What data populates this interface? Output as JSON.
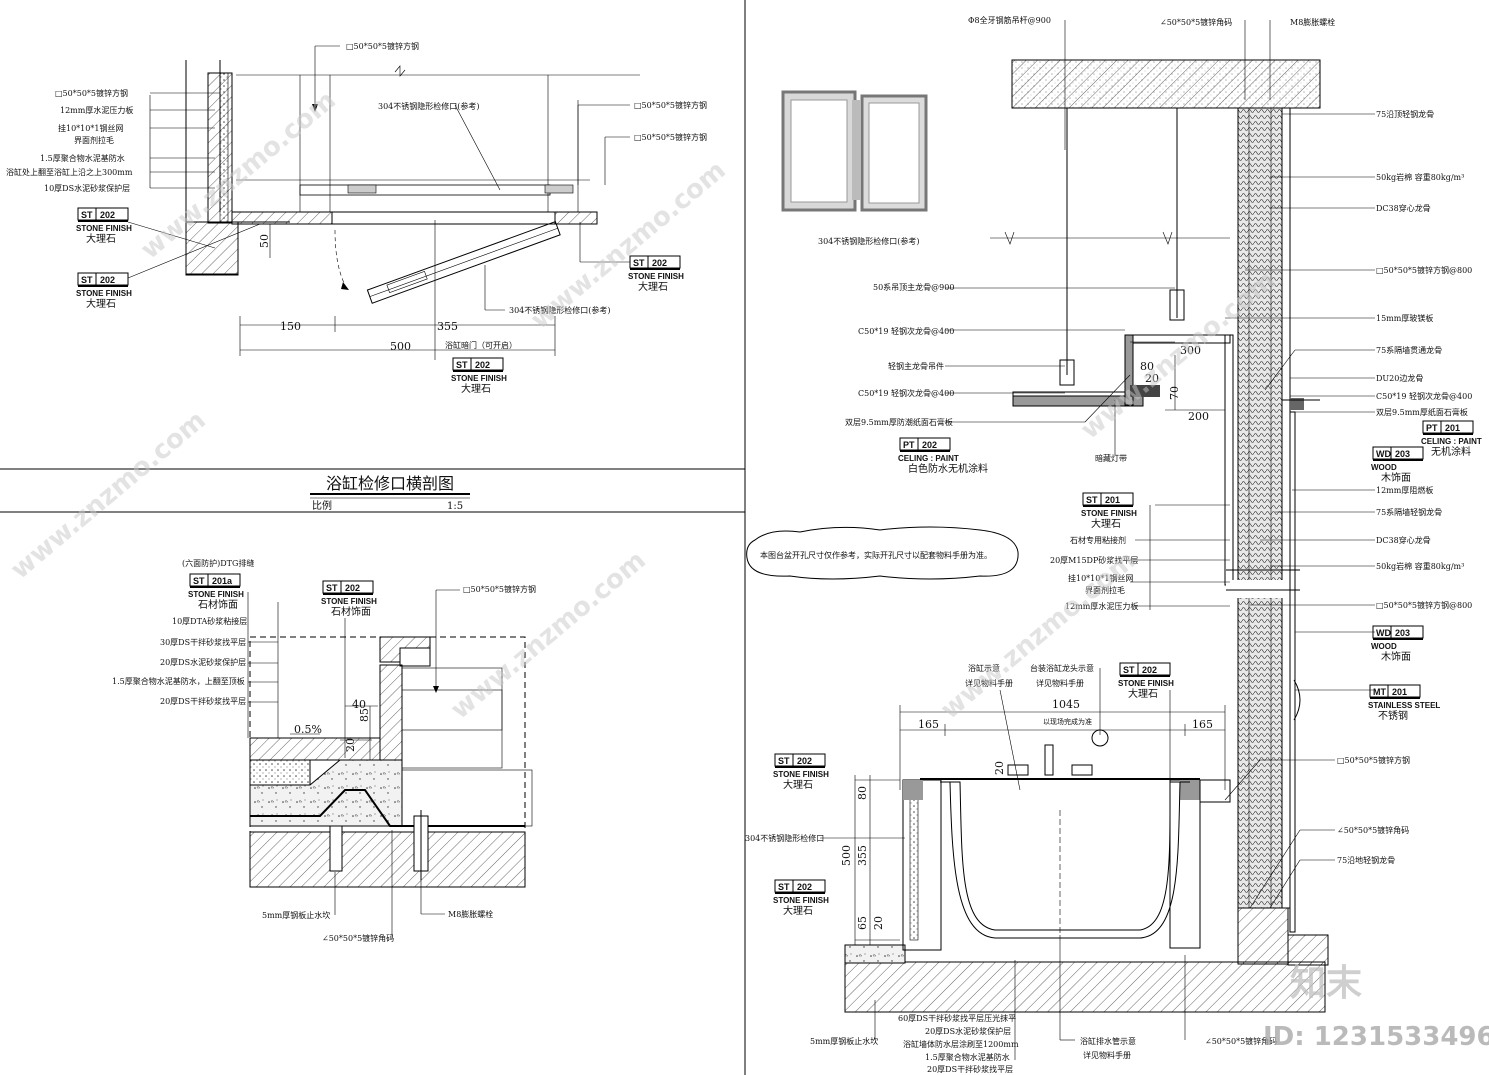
{
  "top_left": {
    "annotations_left": [
      "□50*50*5镀锌方钢",
      "12mm厚水泥压力板",
      "挂10*10*1钢丝网",
      "界面剂拉毛",
      "1.5厚聚合物水泥基防水",
      "浴缸处上翻至浴缸上沿之上300mm",
      "10厚DS水泥砂浆保护层"
    ],
    "top_label": "□50*50*5镀锌方钢",
    "access_label_top": "304不锈钢隐形检修口(参考)",
    "right_labels": [
      "□50*50*5镀锌方钢",
      "□50*50*5镀锌方钢"
    ],
    "access_label_bottom": "304不锈钢隐形检修口(参考)",
    "dims": [
      "150",
      "355",
      "500",
      "50"
    ],
    "door_note": "浴缸暗门（可开启）",
    "tags": [
      {
        "code": "ST",
        "num": "202",
        "finish": "STONE FINISH",
        "mat": "大理石"
      },
      {
        "code": "ST",
        "num": "202",
        "finish": "STONE FINISH",
        "mat": "大理石"
      },
      {
        "code": "ST",
        "num": "202",
        "finish": "STONE FINISH",
        "mat": "大理石"
      },
      {
        "code": "ST",
        "num": "202",
        "finish": "STONE FINISH",
        "mat": "大理石"
      }
    ]
  },
  "title_block": {
    "title": "浴缸检修口横剖图",
    "scale_label": "比例",
    "scale": "1:5"
  },
  "bottom_left": {
    "labels": [
      "(六面防护)DTG排缝",
      "10厚DTA砂浆粘接层",
      "30厚DS干拌砂浆找平层",
      "20厚DS水泥砂浆保护层",
      "1.5厚聚合物水泥基防水，上翻至顶板",
      "20厚DS干拌砂浆找平层"
    ],
    "tag1": {
      "code": "ST",
      "num": "201a",
      "finish": "STONE FINISH",
      "mat": "石材饰面"
    },
    "tag2": {
      "code": "ST",
      "num": "202",
      "finish": "STONE FINISH",
      "mat": "石材饰面"
    },
    "steel": "□50*50*5镀锌方钢",
    "dims": [
      "40",
      "85",
      "20"
    ],
    "slope": "0.5%",
    "bottom_labels": [
      "5mm厚钢板止水坎",
      "∠50*50*5镀锌角码",
      "M8膨胀螺栓"
    ]
  },
  "photo_caption": "304不锈钢隐形检修口(参考)",
  "right": {
    "top_labels": [
      "Φ8全牙钢筋吊杆@900",
      "∠50*50*5镀锌角码",
      "M8膨胀螺栓"
    ],
    "left_labels": [
      "50系吊顶主龙骨@900",
      "C50*19 轻钢次龙骨@400",
      "轻钢主龙骨吊件",
      "C50*19 轻钢次龙骨@400",
      "双层9.5mm厚防潮纸面石膏板"
    ],
    "ceiling_tag": {
      "code": "PT",
      "num": "202",
      "finish": "CELING : PAINT",
      "mat": "白色防水无机涂料"
    },
    "led": "暗藏灯带",
    "wall_right": [
      "75沿顶轻钢龙骨",
      "50kg岩棉 容重80kg/m³",
      "DC38穿心龙骨",
      "□50*50*5镀锌方钢@800",
      "15mm厚玻镁板",
      "75系隔墙贯通龙骨",
      "DU20边龙骨",
      "C50*19 轻钢次龙骨@400",
      "双层9.5mm厚纸面石膏板"
    ],
    "pt201": {
      "code": "PT",
      "num": "201",
      "finish": "CELING : PAINT",
      "mat": "无机涂料"
    },
    "wd203": {
      "code": "WD",
      "num": "203",
      "finish": "WOOD",
      "mat": "木饰面"
    },
    "wall_right2": [
      "12mm厚阻燃板",
      "75系隔墙轻钢龙骨",
      "DC38穿心龙骨",
      "50kg岩棉 容重80kg/m³",
      "□50*50*5镀锌方钢@800"
    ],
    "wd203b": {
      "code": "WD",
      "num": "203",
      "finish": "WOOD",
      "mat": "木饰面"
    },
    "mt201": {
      "code": "MT",
      "num": "201",
      "finish": "STAINLESS STEEL",
      "mat": "不锈钢"
    },
    "st201": {
      "code": "ST",
      "num": "201",
      "finish": "STONE FINISH",
      "mat": "大理石"
    },
    "mid_labels": [
      "石材专用粘接剂",
      "20厚M15DP砂浆找平层",
      "挂10*10*1钢丝网",
      "界面剂拉毛",
      "12mm厚水泥压力板"
    ],
    "note": "本图台盆开孔尺寸仅作参考，实际开孔尺寸以配套物料手册为准。",
    "tub_labels": [
      "浴缸示意",
      "详见物料手册",
      "台装浴缸龙头示意",
      "详见物料手册"
    ],
    "st202c": {
      "code": "ST",
      "num": "202",
      "finish": "STONE FINISH",
      "mat": "大理石"
    },
    "dims_top": [
      "1045",
      "165",
      "165",
      "300",
      "80",
      "20",
      "70",
      "200",
      "20"
    ],
    "center_note": "以现场完成为准",
    "st202a": {
      "code": "ST",
      "num": "202",
      "finish": "STONE FINISH",
      "mat": "大理石"
    },
    "access": "304不锈钢隐形检修口",
    "st202b": {
      "code": "ST",
      "num": "202",
      "finish": "STONE FINISH",
      "mat": "大理石"
    },
    "dims_side": [
      "80",
      "355",
      "500",
      "65",
      "20"
    ],
    "bottom_right": [
      "□50*50*5镀锌方钢",
      "∠50*50*5镀锌角码",
      "75沿地轻钢龙骨"
    ],
    "floor_labels": [
      "60厚DS干拌砂浆找平层压光抹平",
      "20厚DS水泥砂浆保护层",
      "浴缸墙体防水层涂刷至1200mm",
      "1.5厚聚合物水泥基防水",
      "20厚DS干拌砂浆找平层"
    ],
    "drain": [
      "浴缸排水管示意",
      "详见物料手册"
    ],
    "stopper": "5mm厚钢板止水坎",
    "angle": "∠50*50*5镀锌角码"
  },
  "watermark": {
    "logo": "知末",
    "id": "ID: 1231533496",
    "site": "www.znzmo.com"
  }
}
